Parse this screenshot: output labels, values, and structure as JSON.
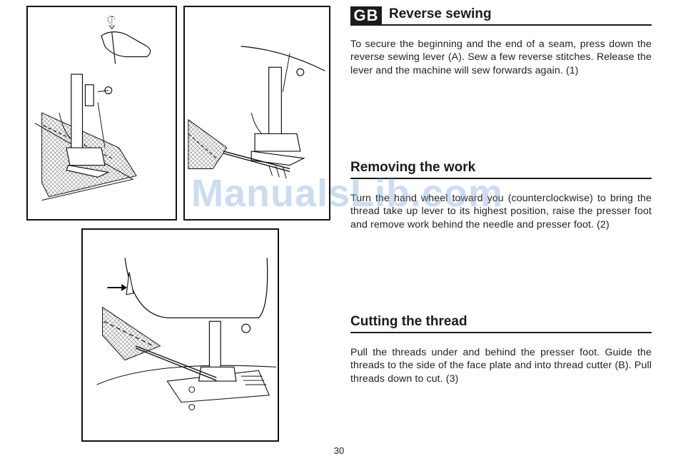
{
  "sections": [
    {
      "badge": "GB",
      "title": "Reverse sewing",
      "body": "To secure the beginning and the end of a seam, press down the reverse sewing lever (A). Sew a few reverse stitches. Release the lever and the machine will sew forwards again. (1)"
    },
    {
      "title": "Removing the work",
      "body": "Turn the hand wheel toward you (counterclockwise) to bring the thread take up lever to its highest position, raise the presser foot and remove work behind  the needle and presser foot. (2)"
    },
    {
      "title": "Cutting the thread",
      "body": "Pull the threads under and behind the presser foot. Guide the threads to the side of the face plate and into thread cutter (B). Pull threads down to cut. (3)"
    }
  ],
  "page_number": "30",
  "watermark": "ManualsLib.com",
  "figures": [
    {
      "id": 1,
      "depicts": "finger pressing reverse sewing lever above presser foot and fabric"
    },
    {
      "id": 2,
      "depicts": "presser foot raised, threads drawn back under foot"
    },
    {
      "id": 3,
      "depicts": "machine head with arrow to thread cutter, threads pulled aside"
    }
  ],
  "colors": {
    "text": "#1b1b1b",
    "badge_bg": "#1b1b1b",
    "badge_text": "#ffffff",
    "watermark": "#7ea6d8"
  }
}
